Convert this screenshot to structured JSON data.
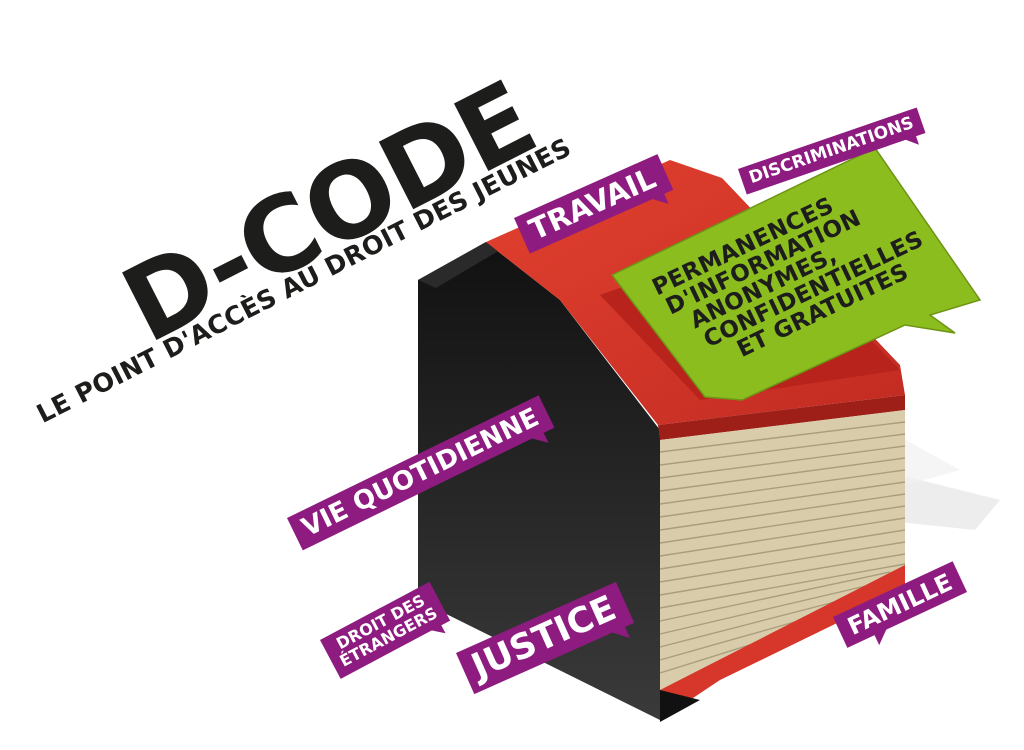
{
  "logo": {
    "title": "D-CODE",
    "subtitle": "LE POINT D'ACCÈS AU DROIT DES JEUNES"
  },
  "bubble": {
    "lines": [
      "PERMANENCES",
      "D'INFORMATION",
      "ANONYMES,",
      "CONFIDENTIELLES",
      "ET GRATUITES"
    ]
  },
  "tags": {
    "travail": "TRAVAIL",
    "discriminations": "DISCRIMINATIONS",
    "vie_quotidienne": "VIE QUOTIDIENNE",
    "droit_line1": "DROIT DES",
    "droit_line2": "ÉTRANGERS",
    "justice": "JUSTICE",
    "famille": "FAMILLE"
  },
  "colors": {
    "tag_purple": "#8e1b7f",
    "bubble_green": "#8cbd1e",
    "book_red": "#d7362a",
    "book_black": "#1b1b1b",
    "pages_beige": "#d6c9a8"
  }
}
